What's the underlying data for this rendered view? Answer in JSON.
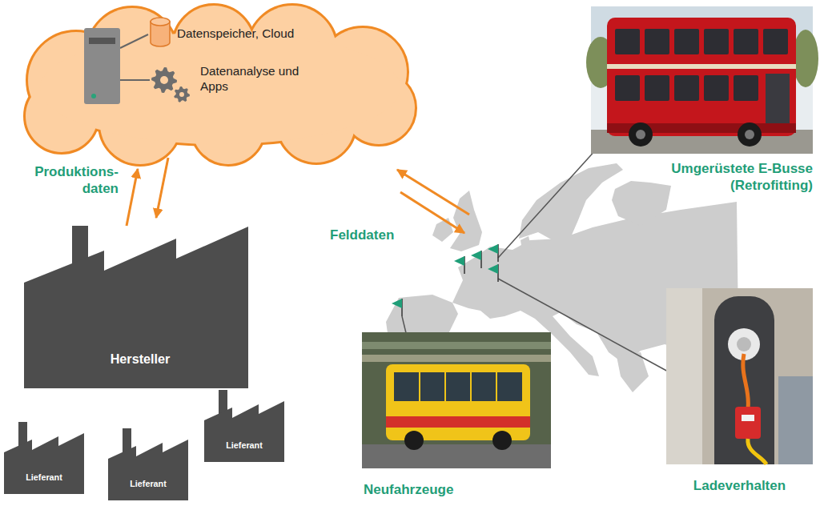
{
  "diagram": {
    "nodes": [
      {
        "text": [
          "Datenspeicher, Cloud",
          "Datenanalyse und Apps"
        ]
      },
      {
        "text": [
          "Hersteller"
        ]
      },
      {
        "text": [
          "Lieferant"
        ]
      },
      {
        "text": [
          "Lieferant"
        ]
      },
      {
        "text": [
          "Lieferant"
        ]
      },
      {
        "text": [
          "Umgerüstete E-Busse (Retrofitting)"
        ]
      },
      {
        "text": [
          "Ladeverhalten"
        ]
      },
      {
        "text": [
          "Neufahrzeuge"
        ]
      }
    ],
    "edges": [
      {
        "from": 1,
        "to": 0,
        "arrow": "to",
        "label": "Produktions- daten"
      },
      {
        "from": 0,
        "to": 1,
        "arrow": "to"
      }
    ],
    "labels": [
      "Felddaten"
    ]
  }
}
